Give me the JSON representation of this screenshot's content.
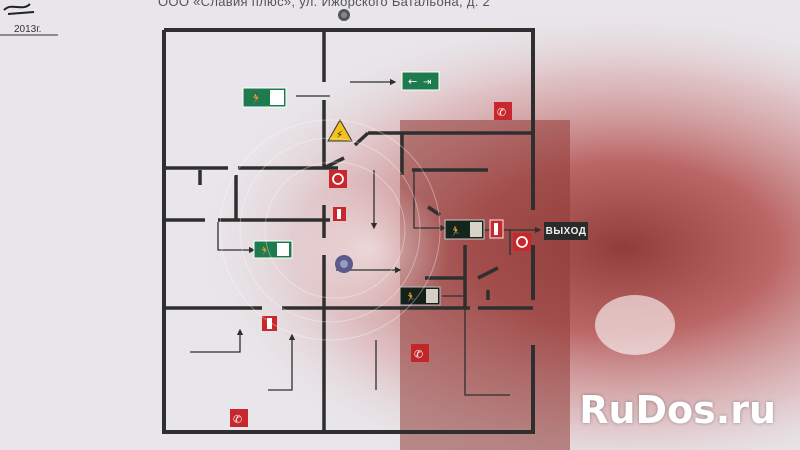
{
  "header": {
    "text": "ООО «Славия плюс», ул. Ижорского Батальона, д. 2",
    "date": "2013г."
  },
  "plan": {
    "exit_label": "ВЫХОД"
  },
  "watermark": {
    "text": "RuDos.ru"
  },
  "colors": {
    "wall": "#2f2f2f",
    "sign_green": "#1e7b4e",
    "fire_red": "#c8282d",
    "warning_yellow": "#f1c21b",
    "flash_pink": "#c9676e",
    "flash_dark": "#7a2e2f",
    "paper": "#ecebee"
  },
  "icons": [
    "signature-mark",
    "running-man-exit-sign",
    "arrow-exit-sign",
    "electrical-hazard-sign",
    "fire-hose-sign",
    "fire-extinguisher-sign",
    "phone-sign",
    "fire-alarm-sign",
    "mounting-screw"
  ]
}
